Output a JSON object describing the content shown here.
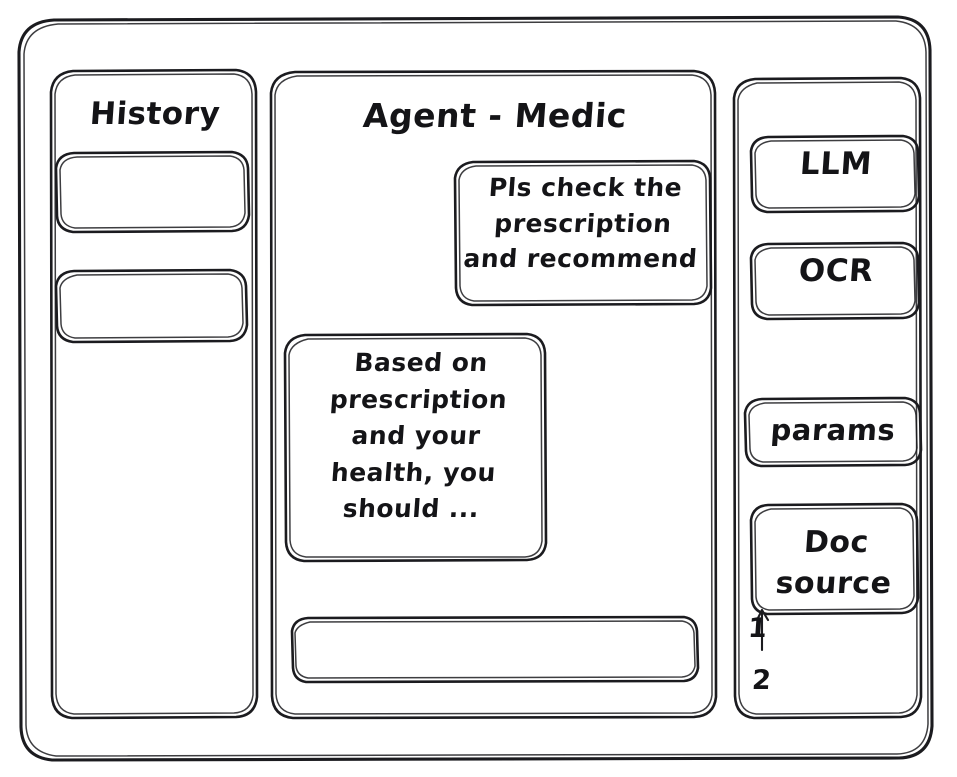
{
  "window": {
    "name": "agent-chat-wireframe"
  },
  "sidebar": {
    "title": "History",
    "items": [
      {
        "label": ""
      },
      {
        "label": ""
      }
    ]
  },
  "main": {
    "title": "Agent - Medic",
    "messages": [
      {
        "role": "user",
        "text": "Pls check the\nprescription\nand recommend"
      },
      {
        "role": "assistant",
        "text": "Based on\nprescription\nand your\nhealth, you\nshould ..."
      }
    ],
    "composer": {
      "value": "",
      "placeholder": ""
    }
  },
  "tools_panel": {
    "buttons": [
      {
        "label": "LLM"
      },
      {
        "label": "OCR"
      },
      {
        "label": "params"
      },
      {
        "label": "Doc\nsource"
      }
    ],
    "doc_sources": [
      {
        "label": "1"
      },
      {
        "label": "2"
      }
    ]
  },
  "style": {
    "ink": "#1b1b1f",
    "paper": "#ffffff"
  }
}
